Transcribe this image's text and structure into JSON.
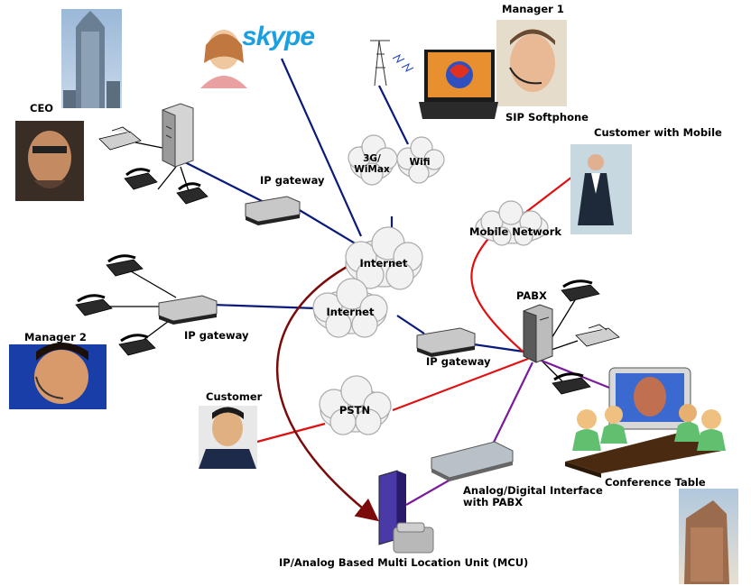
{
  "labels": {
    "ceo": "CEO",
    "manager1": "Manager 1",
    "sip_softphone": "SIP Softphone",
    "customer_mobile": "Customer with Mobile",
    "ip_gateway_top": "IP gateway",
    "ip_gateway_left": "IP gateway",
    "ip_gateway_right": "IP gateway",
    "mobile_network": "Mobile Network",
    "pabx": "PABX",
    "manager2": "Manager 2",
    "customer": "Customer",
    "conference_table": "Conference Table",
    "analog_digital_1": "Analog/Digital Interface",
    "analog_digital_2": "with PABX",
    "mcu": "IP/Analog Based Multi Location Unit (MCU)"
  },
  "clouds": {
    "internet_top": "Internet",
    "internet_mid": "Internet",
    "pstn": "PSTN",
    "threeg_1": "3G/",
    "threeg_2": "WiMax",
    "wifi": "Wifi"
  },
  "logo": {
    "skype": "skype"
  },
  "colors": {
    "ip_link": "#0a1a7a",
    "pstn_link": "#e01010",
    "mcu_link": "#7b0b0b",
    "pabx_link": "#7a1a9a",
    "cloud_fill": "#f2f2f2"
  }
}
